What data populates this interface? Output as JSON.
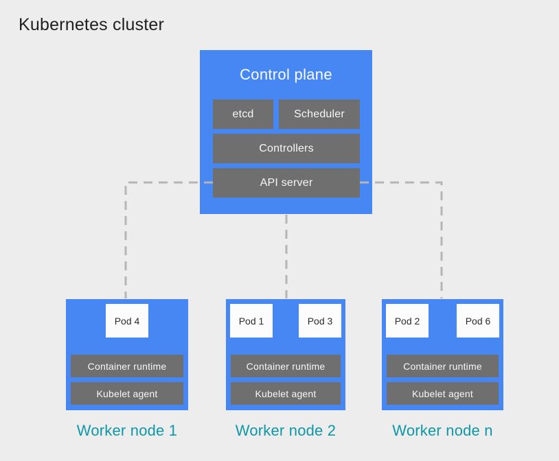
{
  "title": "Kubernetes cluster",
  "colors": {
    "background": "#ededee",
    "node_blue": "#4687f4",
    "component_gray": "#6f6f6f",
    "pod_white": "#fcfcfc",
    "worker_label_teal": "#0d97a7",
    "connector_dash_gray": "#b5b5b5",
    "title_text": "#1f1f1f",
    "light_text": "#f7f7f7"
  },
  "control_plane": {
    "label": "Control plane",
    "components": {
      "etcd": "etcd",
      "scheduler": "Scheduler",
      "controllers": "Controllers",
      "api_server": "API server"
    }
  },
  "workers": [
    {
      "label": "Worker node 1",
      "pods": [
        "Pod 4"
      ],
      "container_runtime": "Container runtime",
      "kubelet": "Kubelet agent"
    },
    {
      "label": "Worker node 2",
      "pods": [
        "Pod 1",
        "Pod 3"
      ],
      "container_runtime": "Container runtime",
      "kubelet": "Kubelet agent"
    },
    {
      "label": "Worker node n",
      "pods": [
        "Pod 2",
        "Pod 6"
      ],
      "container_runtime": "Container runtime",
      "kubelet": "Kubelet agent"
    }
  ]
}
